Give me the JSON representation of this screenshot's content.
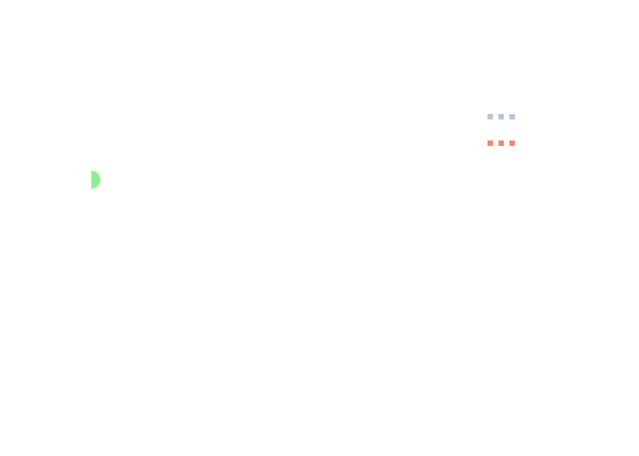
{
  "chart_data": {
    "type": "scatter",
    "title": "",
    "xlabel": "",
    "ylabel": "",
    "grid": false,
    "legend_placement": "top-right",
    "series": [
      {
        "marker": "half-circle",
        "color": "#90ee90",
        "points": [
          {
            "x": 1,
            "y": 1
          }
        ]
      }
    ],
    "legend": [
      {
        "style": "dotted",
        "color": "#b0c4de"
      },
      {
        "style": "dotted",
        "color": "#fa8072"
      }
    ]
  }
}
